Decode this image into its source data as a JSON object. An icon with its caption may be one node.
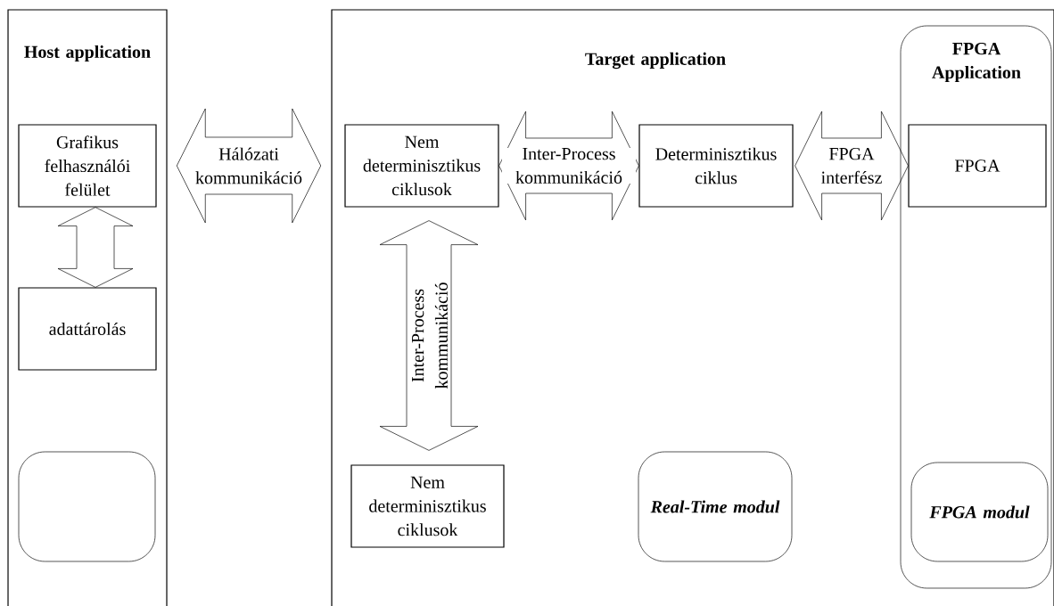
{
  "diagram": {
    "nodes": [
      {
        "text": [
          "Host application"
        ]
      },
      {
        "text": [
          "Grafikus felhasználói felület"
        ],
        "in": 0
      },
      {
        "text": [
          "adattárolás"
        ],
        "in": 0
      },
      {
        "text": [],
        "shape": "box",
        "in": 0
      },
      {
        "text": [
          "Target application"
        ]
      },
      {
        "text": [
          "Nem determinisztikus ciklusok"
        ],
        "in": 4
      },
      {
        "text": [
          "Determinisztikus ciklus"
        ],
        "in": 4
      },
      {
        "text": [
          "Nem determinisztikus ciklusok"
        ],
        "in": 4
      },
      {
        "text": [
          "Real-Time modul"
        ],
        "in": 4
      },
      {
        "text": [
          "FPGA Application"
        ],
        "in": 4
      },
      {
        "text": [
          "FPGA"
        ],
        "in": 9
      },
      {
        "text": [
          "FPGA modul"
        ],
        "in": 9
      }
    ],
    "edges": [
      {
        "from": 1,
        "to": 2,
        "arrow": "both"
      },
      {
        "from": 0,
        "to": 4,
        "arrow": "both",
        "label": "Hálózati kommunikáció"
      },
      {
        "from": 5,
        "to": 6,
        "arrow": "both",
        "label": "Inter-Process kommunikáció"
      },
      {
        "from": 6,
        "to": 10,
        "arrow": "both",
        "label": "FPGA interfész"
      },
      {
        "from": 5,
        "to": 7,
        "arrow": "both",
        "label": "Inter-Process kommunikáció"
      }
    ]
  }
}
